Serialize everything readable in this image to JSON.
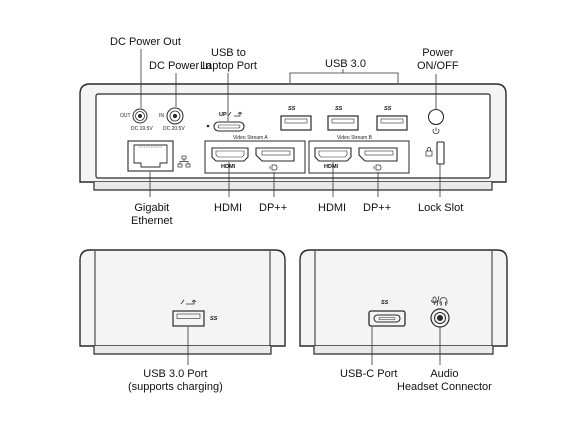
{
  "labels": {
    "dc_power_out": "DC Power Out",
    "dc_power_in": "DC Power In",
    "usb_to_laptop_1": "USB to",
    "usb_to_laptop_2": "Laptop Port",
    "usb30": "USB 3.0",
    "power_1": "Power",
    "power_2": "ON/OFF",
    "gigabit_1": "Gigabit",
    "gigabit_2": "Ethernet",
    "hdmi_a": "HDMI",
    "dp_a": "DP++",
    "hdmi_b": "HDMI",
    "dp_b": "DP++",
    "lock_slot": "Lock Slot",
    "usb30_port_1": "USB 3.0 Port",
    "usb30_port_2": "(supports charging)",
    "usbc_port": "USB-C Port",
    "audio_1": "Audio",
    "audio_2": "Headset Connector"
  },
  "panel_text": {
    "out": "OUT",
    "in": "IN",
    "dc_out_volt": "DC 19.5V",
    "dc_in_volt": "DC 20.5V",
    "up": "UP",
    "video_stream_a": "Video Stream A",
    "video_stream_b": "Video Stream B",
    "hdmi_a": "HDMI",
    "hdmi_b": "HDMI",
    "ss1": "SS",
    "ss2": "SS",
    "ss3": "SS",
    "ss_front": "SS",
    "ss_side": "SS"
  },
  "colors": {
    "outline": "#2a2a2a",
    "body_fill": "#f2f2f2",
    "panel_fill": "#ffffff"
  }
}
